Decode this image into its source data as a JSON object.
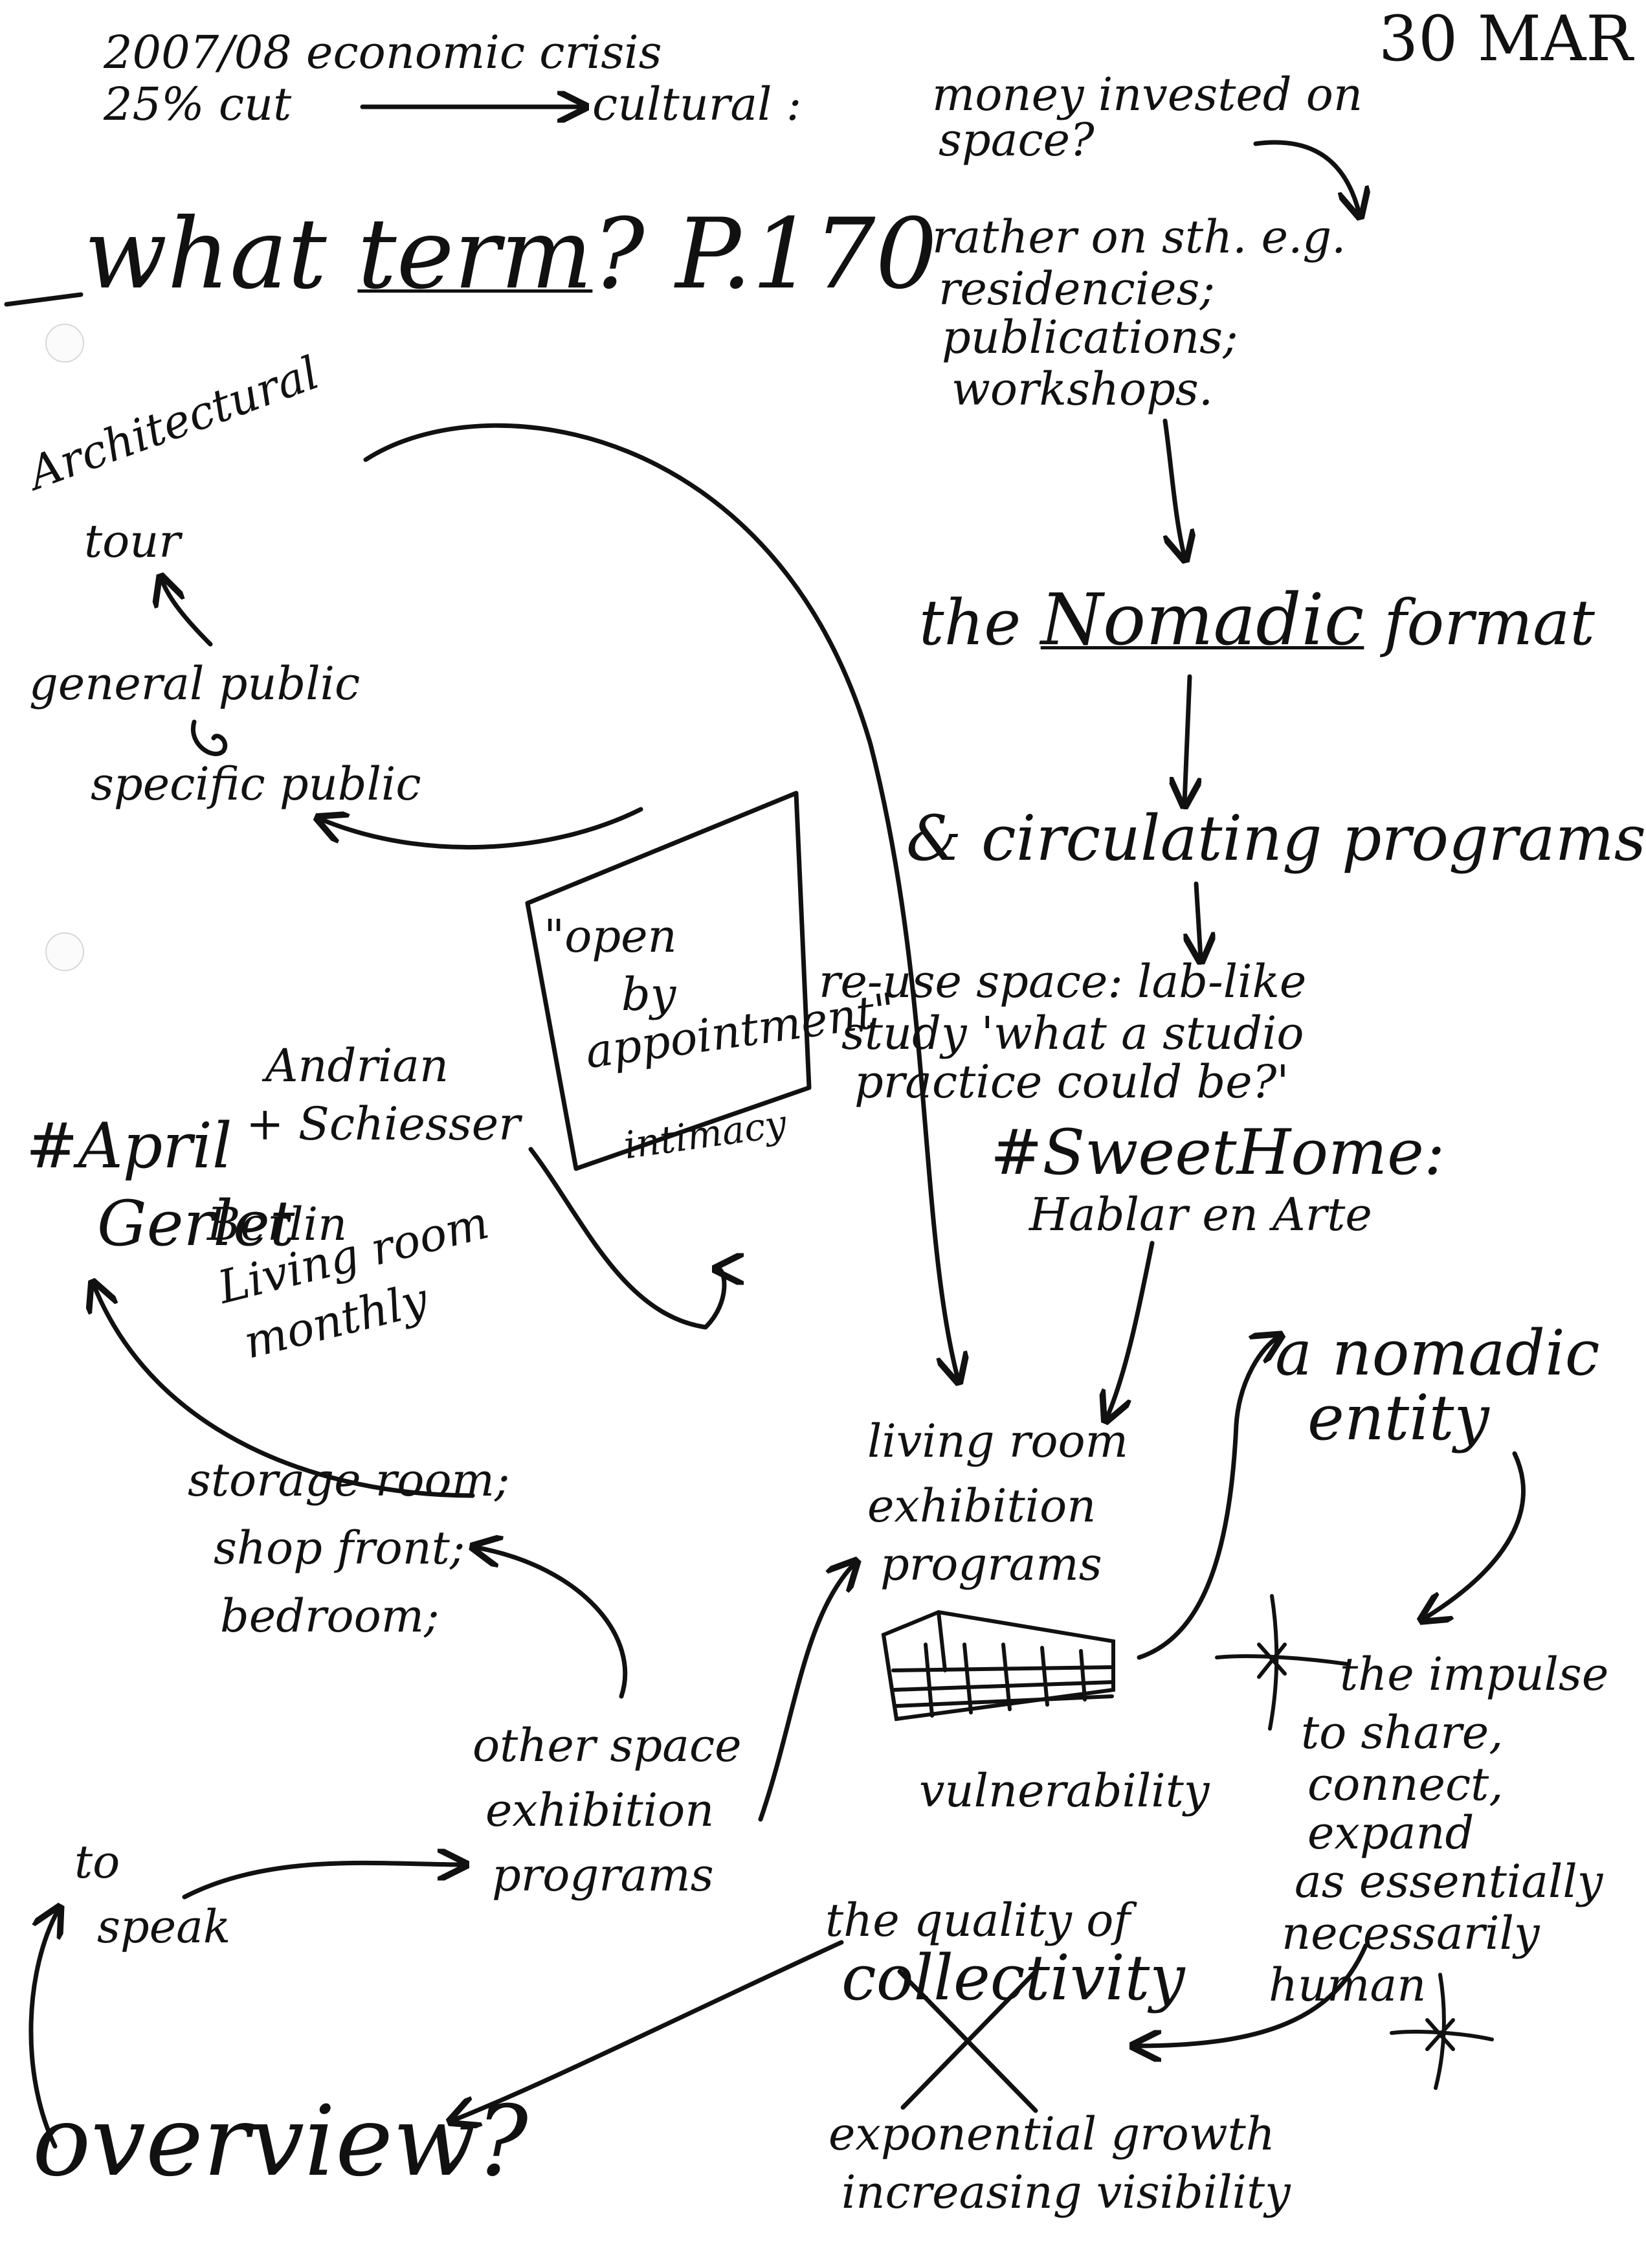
{
  "date": "30 MAR",
  "header": {
    "line1": "2007/08 economic crisis",
    "line2": "25% cut",
    "cultural": "cultural :",
    "money": "money invested on",
    "space": "space?"
  },
  "rather": [
    "rather on sth. e.g.",
    "residencies;",
    "publications;",
    "workshops."
  ],
  "what_term": {
    "prefix": "what ",
    "term": "term",
    "suffix": "? P.170"
  },
  "nomadic_format": {
    "pre": "the ",
    "word": "Nomadic",
    "post": " format"
  },
  "circulating": "& circulating programs",
  "reuse": [
    "re-use space: lab-like",
    "study 'what a studio",
    "practice could be?'"
  ],
  "sweet_home": [
    "#SweetHome:",
    "Hablar en Arte"
  ],
  "architectural": [
    "Architectural",
    "tour"
  ],
  "general_public": "general public",
  "specific_public": "specific public",
  "open_by_appointment": [
    "\"open",
    "by",
    "appointment\""
  ],
  "intimacy": "intimacy",
  "april": [
    "#April",
    "Gerlet"
  ],
  "andrian": [
    "Andrian",
    "+ Schiesser",
    "Berlin",
    "Living room",
    "monthly"
  ],
  "living_room": [
    "living room",
    "exhibition",
    "programs"
  ],
  "vulnerability": "vulnerability",
  "nomadic_entity": [
    "a nomadic",
    "entity"
  ],
  "impulse": [
    "the impulse",
    "to share,",
    "connect,",
    "expand",
    "as essentially",
    "necessarily",
    "human"
  ],
  "storage": [
    "storage room;",
    "shop front;",
    "bedroom;"
  ],
  "other_space": [
    "other space",
    "exhibition",
    "programs"
  ],
  "to_speak": [
    "to",
    "speak"
  ],
  "collectivity": {
    "pre": "the quality of",
    "word": "collectivity"
  },
  "exponential": [
    "exponential growth",
    "increasing visibility"
  ],
  "overview": "overview?",
  "colors": {
    "ink": "#111111",
    "paper": "#ffffff"
  }
}
